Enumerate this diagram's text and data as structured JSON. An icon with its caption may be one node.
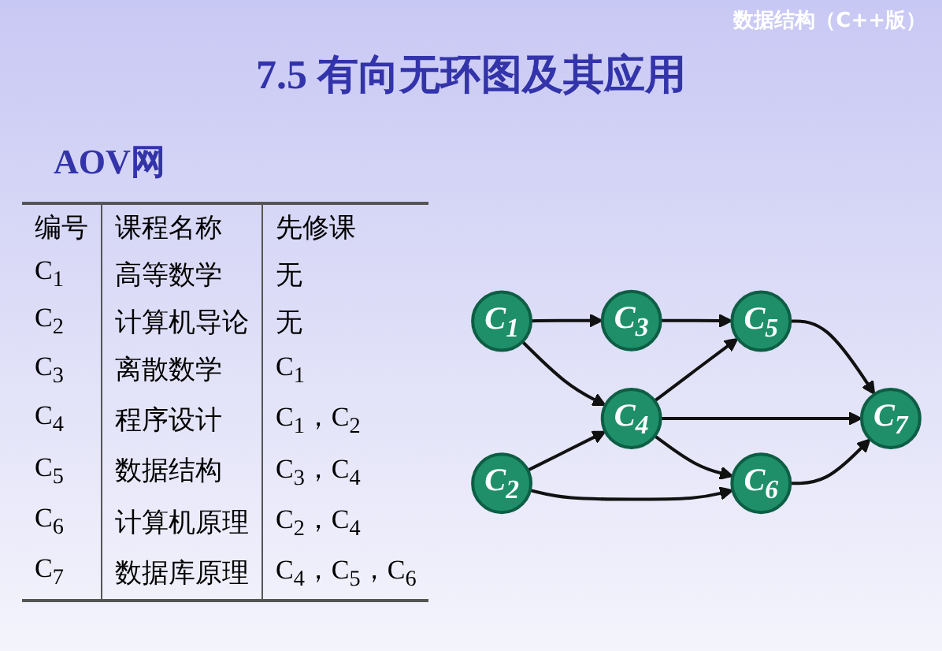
{
  "diagram": {
    "title": "7.5 有向无环图及其应用",
    "nodes": [
      {
        "text": [
          "C$_{1}$"
        ]
      },
      {
        "text": [
          "C$_{2}$"
        ]
      },
      {
        "text": [
          "C$_{3}$"
        ]
      },
      {
        "text": [
          "C$_{4}$"
        ]
      },
      {
        "text": [
          "C$_{5}$"
        ]
      },
      {
        "text": [
          "C$_{6}$"
        ]
      },
      {
        "text": [
          "C$_{7}$"
        ]
      }
    ],
    "edges": [
      {
        "from": 0,
        "to": 2,
        "arrow": "to"
      },
      {
        "from": 0,
        "to": 3,
        "arrow": "to"
      },
      {
        "from": 1,
        "to": 3,
        "arrow": "to"
      },
      {
        "from": 1,
        "to": 5,
        "arrow": "to"
      },
      {
        "from": 2,
        "to": 4,
        "arrow": "to"
      },
      {
        "from": 3,
        "to": 4,
        "arrow": "to"
      },
      {
        "from": 3,
        "to": 6,
        "arrow": "to"
      },
      {
        "from": 3,
        "to": 5,
        "arrow": "to"
      },
      {
        "from": 4,
        "to": 6,
        "arrow": "to"
      },
      {
        "from": 5,
        "to": 6,
        "arrow": "to"
      }
    ],
    "labels": [
      "数据结构（C++版）",
      "AOV网",
      "编号",
      "课程名称",
      "先修课",
      "C$_{1}$",
      "高等数学",
      "无",
      "C$_{2}$",
      "计算机导论",
      "无",
      "C$_{3}$",
      "离散数学",
      "C$_{1}$",
      "C$_{4}$",
      "程序设计",
      "C$_{1}$，C$_{2}$",
      "C$_{5}$",
      "数据结构",
      "C$_{3}$，C$_{4}$",
      "C$_{6}$",
      "计算机原理",
      "C$_{2}$，C$_{4}$",
      "C$_{7}$",
      "数据库原理",
      "C$_{4}$，C$_{5}$，C$_{6}$"
    ]
  }
}
